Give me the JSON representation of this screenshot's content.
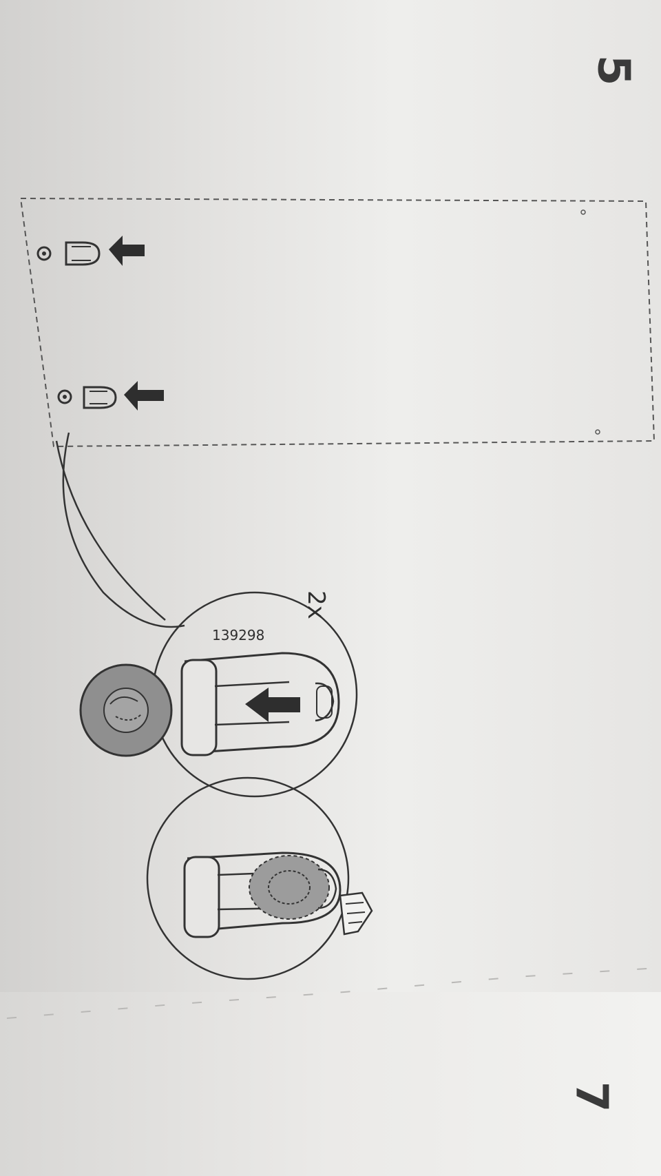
{
  "page": {
    "step_top": "5",
    "step_bottom": "7"
  },
  "detail": {
    "part_number": "139298",
    "quantity": "2x"
  },
  "colors": {
    "paper": "#e6e5e3",
    "ink": "#2e2e2e",
    "grey_fill": "#8f8f8f"
  }
}
